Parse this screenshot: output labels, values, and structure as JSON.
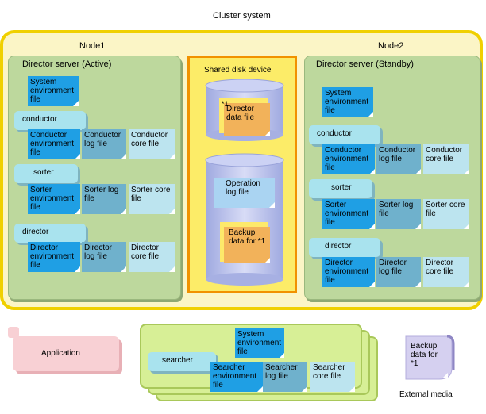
{
  "title": "Cluster system",
  "nodes": {
    "node1": {
      "label": "Node1",
      "server": "Director server (Active)",
      "system_env": "System environment file",
      "conductor": {
        "label": "conductor",
        "env": "Conductor environment file",
        "log": "Conductor log file",
        "core": "Conductor core file"
      },
      "sorter": {
        "label": "sorter",
        "env": "Sorter environment file",
        "log": "Sorter log file",
        "core": "Sorter core file"
      },
      "director": {
        "label": "director",
        "env": "Director environment file",
        "log": "Director log file",
        "core": "Director core file"
      }
    },
    "node2": {
      "label": "Node2",
      "server": "Director server (Standby)",
      "system_env": "System environment file",
      "conductor": {
        "label": "conductor",
        "env": "Conductor environment file",
        "log": "Conductor log file",
        "core": "Conductor core file"
      },
      "sorter": {
        "label": "sorter",
        "env": "Sorter environment file",
        "log": "Sorter log file",
        "core": "Sorter core file"
      },
      "director": {
        "label": "director",
        "env": "Director environment file",
        "log": "Director log file",
        "core": "Director core file"
      }
    }
  },
  "shared_disk": {
    "label": "Shared disk device",
    "note_mark": "*1",
    "director_data": "Director data file",
    "operation_log": "Operation log file",
    "backup": "Backup data for *1"
  },
  "application": "Application",
  "searcher": {
    "system_env": "System environment file",
    "label": "searcher",
    "env": "Searcher environment file",
    "log": "Searcher log file",
    "core": "Searcher core file"
  },
  "external": {
    "backup": "Backup data for *1",
    "label": "External media"
  },
  "colors": {
    "cluster_border": "#f0d000",
    "cluster_fill": "#fbf5c6",
    "server_fill": "#bdd89d",
    "shared_border": "#f19200",
    "env_file": "#1f9fe4",
    "log_file": "#6fb1cc",
    "core_file": "#bce4ef",
    "process": "#a9e3ee",
    "application": "#f8d0d4"
  }
}
